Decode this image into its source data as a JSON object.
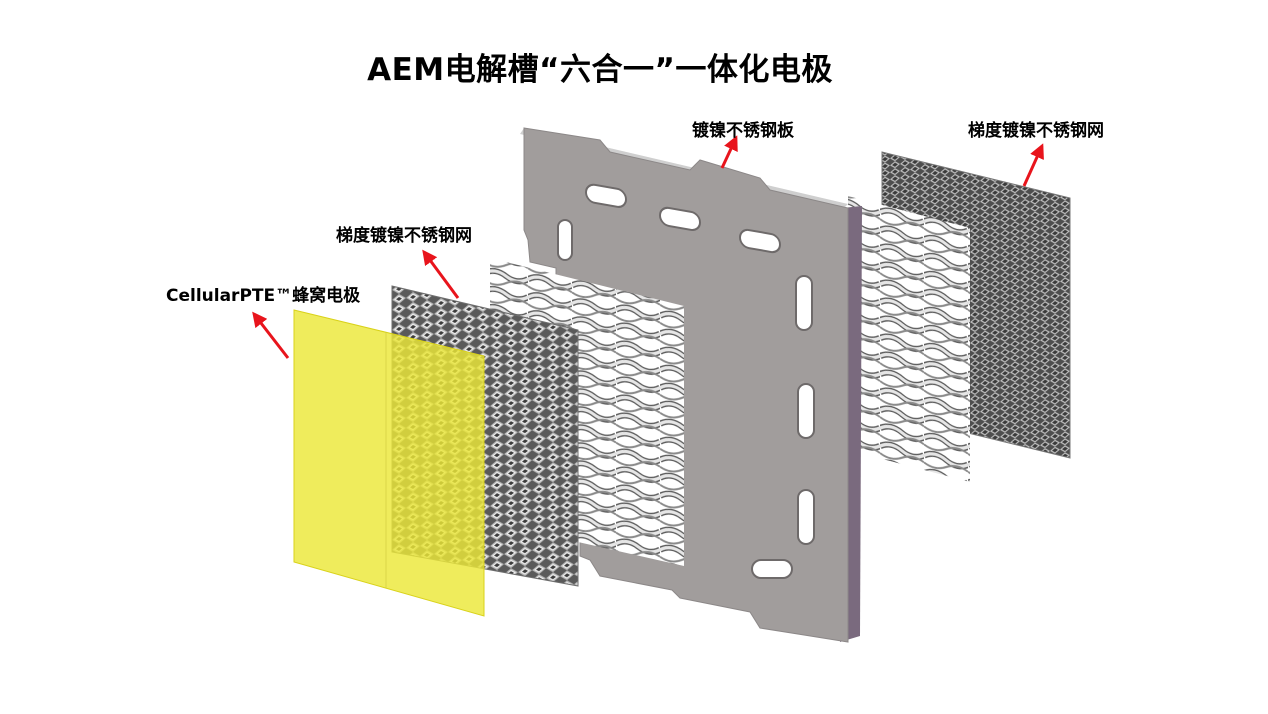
{
  "title": "AEM电解槽“六合一”一体化电极",
  "labels": {
    "electrode": "CellularPTE™蜂窝电极",
    "mesh_left": "梯度镀镍不锈钢网",
    "plate": "镀镍不锈钢板",
    "mesh_right": "梯度镀镍不锈钢网"
  },
  "colors": {
    "arrow": "#e8141c",
    "electrode": "#ebe838",
    "plate": "#a19d9c",
    "plate_edge": "#7a6a7e",
    "mesh": "#6e6e6e",
    "wave_light": "#f0f0f0",
    "wave_dark": "#4a4a4a"
  }
}
